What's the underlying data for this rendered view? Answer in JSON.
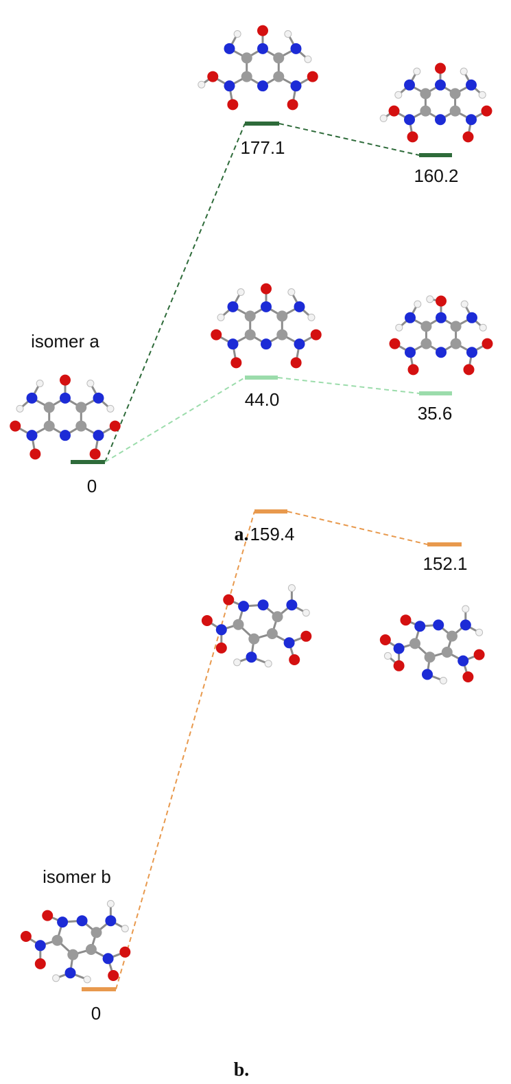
{
  "colors": {
    "dark_green": "#2e6b3a",
    "light_green": "#9bdcab",
    "orange": "#e8994d",
    "carbon": "#9a9a9a",
    "nitrogen": "#1c2bd6",
    "oxygen": "#d41010",
    "hydrogen": "#f2f2f2"
  },
  "panel_a": {
    "label": "a.",
    "isomer_label": "isomer a",
    "levels": [
      {
        "id": "a0",
        "value": "0",
        "color": "dark_green"
      },
      {
        "id": "a1",
        "value": "177.1",
        "color": "dark_green"
      },
      {
        "id": "a2",
        "value": "160.2",
        "color": "dark_green"
      },
      {
        "id": "a3",
        "value": "44.0",
        "color": "light_green"
      },
      {
        "id": "a4",
        "value": "35.6",
        "color": "light_green"
      }
    ]
  },
  "panel_b": {
    "label": "b.",
    "isomer_label": "isomer b",
    "levels": [
      {
        "id": "b0",
        "value": "0",
        "color": "orange"
      },
      {
        "id": "b1",
        "value": "159.4",
        "color": "orange"
      },
      {
        "id": "b2",
        "value": "152.1",
        "color": "orange"
      }
    ]
  },
  "molecule_icons": {
    "ring": "pyrimidine-ring-icon",
    "atoms": [
      "carbon-atom-icon",
      "nitrogen-atom-icon",
      "oxygen-atom-icon",
      "hydrogen-atom-icon"
    ]
  }
}
